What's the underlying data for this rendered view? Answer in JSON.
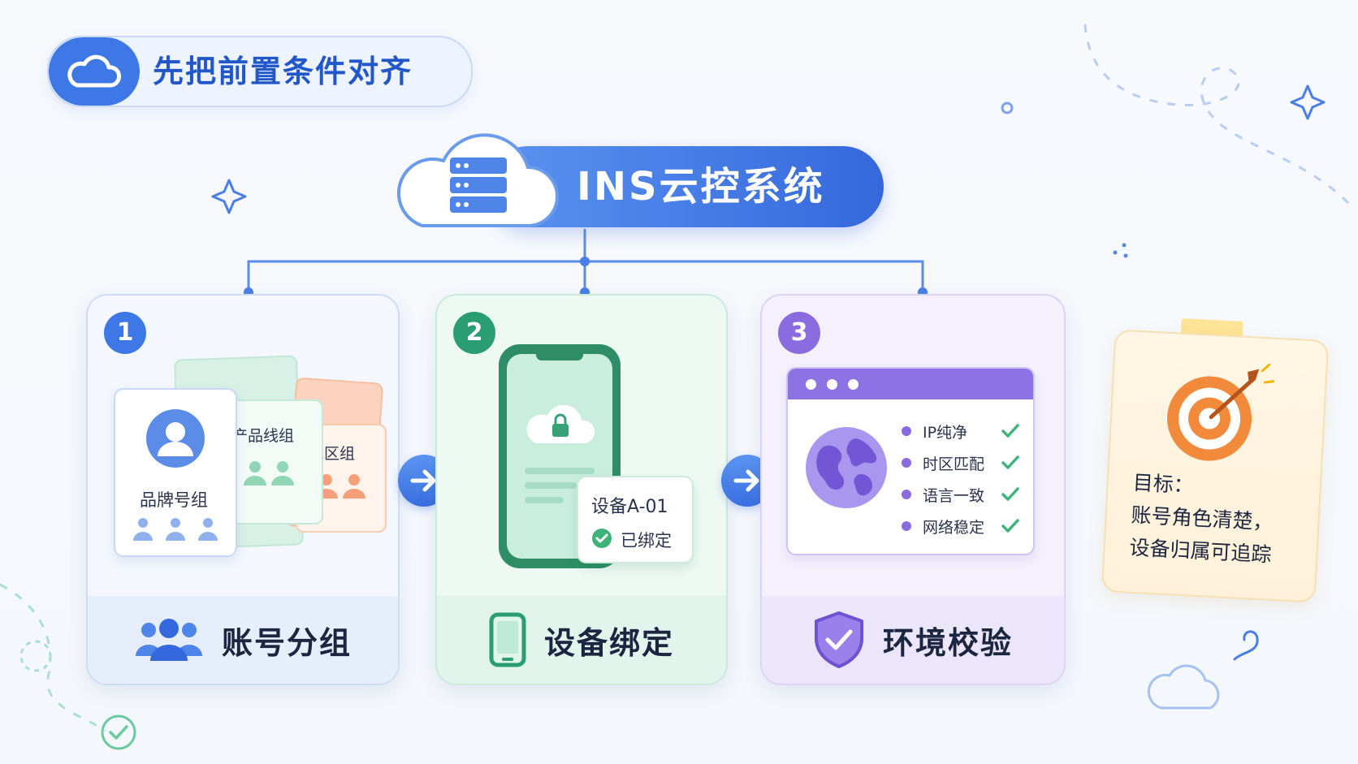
{
  "header": {
    "title": "先把前置条件对齐",
    "icon": "cloud-icon"
  },
  "main_node": {
    "title": "INS云控系统",
    "icon": "server-cloud-icon"
  },
  "steps": [
    {
      "number": "1",
      "label": "账号分组",
      "color": "#3d78e6",
      "groups": [
        "品牌号组",
        "产品线组",
        "地区组"
      ]
    },
    {
      "number": "2",
      "label": "设备绑定",
      "color": "#2a9d73",
      "device": {
        "name": "设备A-01",
        "status": "已绑定"
      }
    },
    {
      "number": "3",
      "label": "环境校验",
      "color": "#8a6be0",
      "checks": [
        "IP纯净",
        "时区匹配",
        "语言一致",
        "网络稳定"
      ]
    }
  ],
  "goal": {
    "title": "目标：",
    "lines": [
      "账号角色清楚，",
      "设备归属可追踪"
    ]
  },
  "colors": {
    "blue": "#3d78e6",
    "green": "#2a9d73",
    "purple": "#8a6be0",
    "orange": "#f28a3c",
    "check": "#3fb47a"
  }
}
